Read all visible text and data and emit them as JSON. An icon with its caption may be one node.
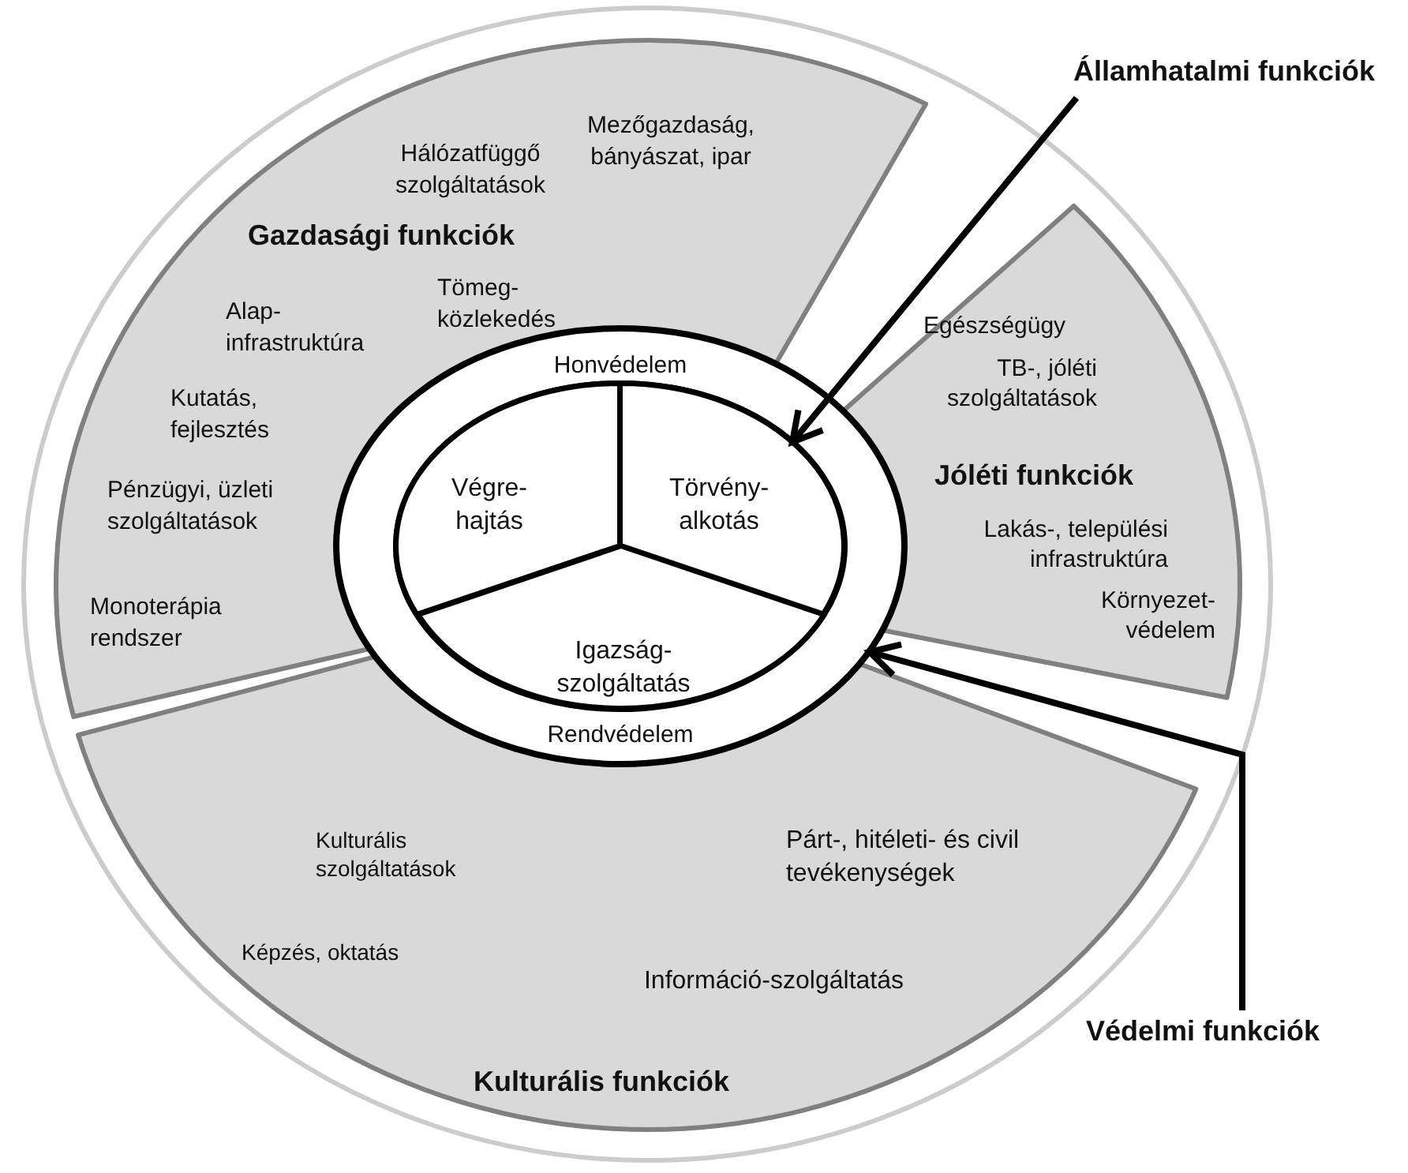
{
  "diagram": {
    "nodes": [
      {
        "text": [
          "Hálózatfüggő szolgáltatások",
          "Mezőgazdaság, bányászat, ipar",
          "Gazdasági funkciók",
          "Alap- infrastruktúra",
          "Tömeg- közlekedés",
          "Kutatás, fejlesztés",
          "Pénzügyi, üzleti szolgáltatások",
          "Monoterápia rendszer"
        ]
      },
      {
        "text": [
          "Egészségügy",
          "TB-, jóléti szolgáltatások",
          "Jóléti funkciók",
          "Lakás-, települési infrastruktúra",
          "Környezet- védelem"
        ]
      },
      {
        "text": [
          "Kulturális szolgáltatások",
          "Párt-, hitéleti- és civil tevékenységek",
          "Képzés, oktatás",
          "Információ-szolgáltatás",
          "Kulturális funkciók"
        ]
      },
      {
        "text": [
          "Honvédelem",
          "Rendvédelem"
        ]
      },
      {
        "text": [],
        "shape": "ellipse",
        "in": 3
      },
      {
        "text": [
          "Végre- hajtás"
        ],
        "in": 4
      },
      {
        "text": [
          "Törvény- alkotás"
        ],
        "in": 4
      },
      {
        "text": [
          "Igazság- szolgáltatás"
        ],
        "in": 4
      },
      {
        "text": [
          "Államhatalmi funkciók"
        ]
      },
      {
        "text": [
          "Védelmi funkciók"
        ]
      }
    ],
    "edges": [
      {
        "from": 8,
        "to": 4,
        "arrow": "to"
      },
      {
        "from": 9,
        "to": 3,
        "arrow": "to"
      }
    ]
  }
}
